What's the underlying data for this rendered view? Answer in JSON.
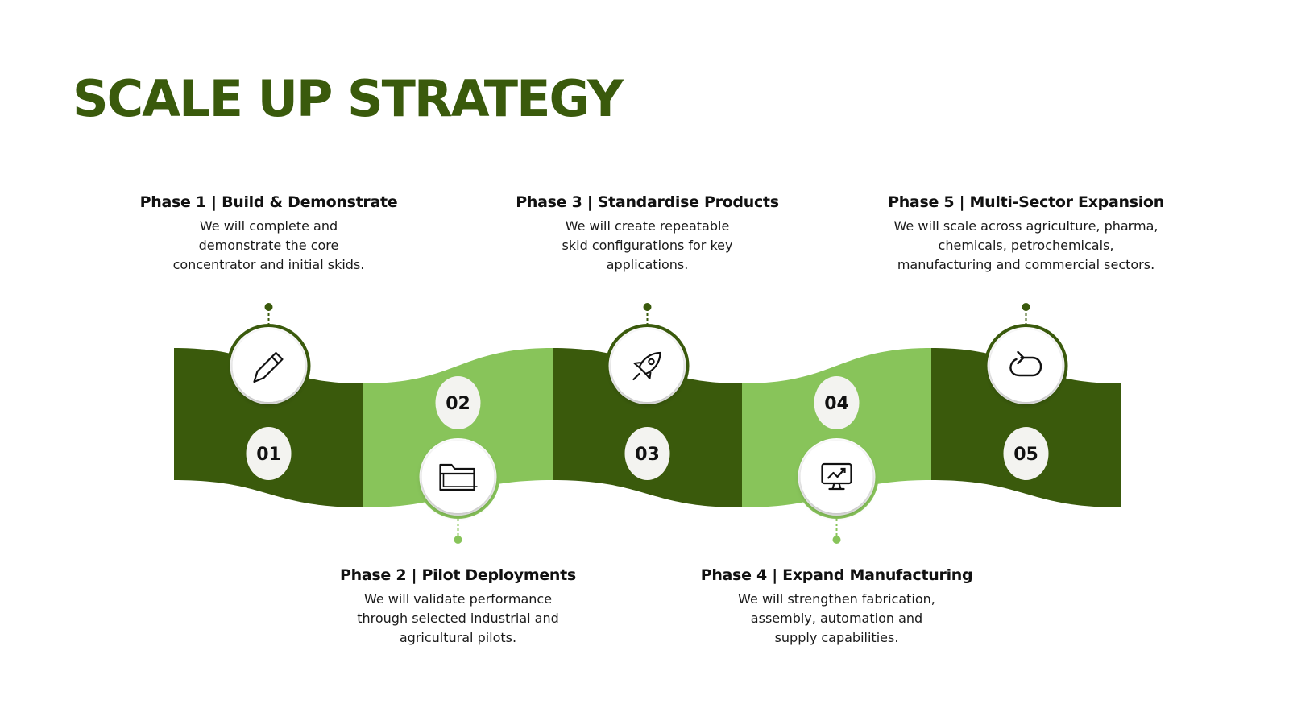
{
  "title": "SCALE UP STRATEGY",
  "colors": {
    "title": "#3a5a0c",
    "dark_green": "#3a5a0c",
    "light_green": "#88c45a",
    "badge_fill": "#f3f3f0",
    "icon_stroke": "#111111"
  },
  "phases": [
    {
      "number": "01",
      "heading": "Phase 1 | Build & Demonstrate",
      "description": "We will complete and\ndemonstrate the core\nconcentrator and initial skids.",
      "icon": "pencil-icon",
      "tone": "dark",
      "label_position": "top"
    },
    {
      "number": "02",
      "heading": "Phase 2 | Pilot Deployments",
      "description": "We will validate performance\nthrough selected industrial and\nagricultural pilots.",
      "icon": "folder-icon",
      "tone": "light",
      "label_position": "bottom"
    },
    {
      "number": "03",
      "heading": "Phase 3 | Standardise Products",
      "description": "We will create repeatable\nskid configurations for key\napplications.",
      "icon": "rocket-icon",
      "tone": "dark",
      "label_position": "top"
    },
    {
      "number": "04",
      "heading": "Phase 4 | Expand Manufacturing",
      "description": "We will strengthen fabrication,\nassembly, automation and\nsupply capabilities.",
      "icon": "monitor-chart-icon",
      "tone": "light",
      "label_position": "bottom"
    },
    {
      "number": "05",
      "heading": "Phase 5 | Multi-Sector Expansion",
      "description": "We will scale across agriculture, pharma,\nchemicals, petrochemicals,\nmanufacturing and commercial sectors.",
      "icon": "cycle-arrow-icon",
      "tone": "dark",
      "label_position": "top"
    }
  ]
}
